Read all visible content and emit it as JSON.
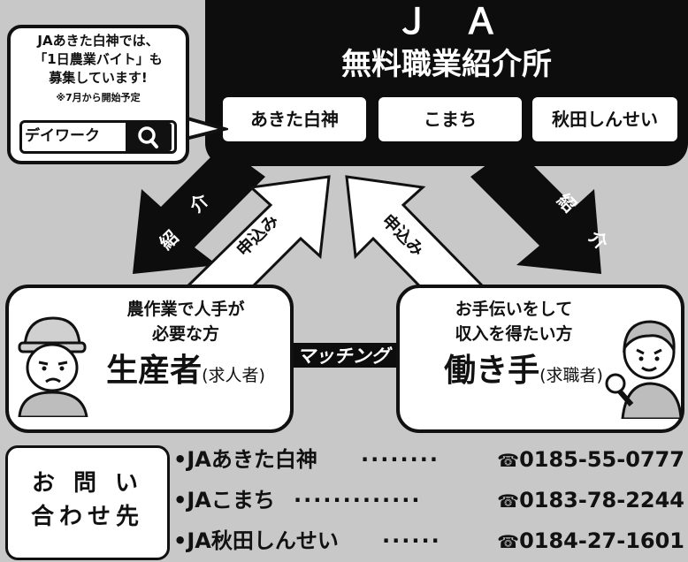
{
  "header": {
    "ja": "ＪＡ",
    "agency": "無料職業紹介所",
    "orgs": [
      "あきた白神",
      "こまち",
      "秋田しんせい"
    ]
  },
  "bubble": {
    "line1": "JAあきた白神では、",
    "line2": "「1日農業バイト」も",
    "line3": "募集しています!",
    "note": "※7月から開始予定",
    "search_label": "デイワーク",
    "search_icon": "search-icon"
  },
  "arrows": {
    "introduce_left": [
      "紹",
      "介"
    ],
    "apply_left": "申込み",
    "apply_right": "申込み",
    "introduce_right": [
      "紹",
      "介"
    ]
  },
  "employer": {
    "desc1": "農作業で人手が",
    "desc2": "必要な方",
    "role": "生産者",
    "role_sub": "(求人者)"
  },
  "worker": {
    "desc1": "お手伝いをして",
    "desc2": "収入を得たい方",
    "role": "働き手",
    "role_sub": "(求職者)"
  },
  "matching": "マッチング",
  "contact": {
    "title_line1": "お 問 い",
    "title_line2": "合わせ先",
    "phone_icon": "phone-icon",
    "rows": [
      {
        "name": "•JAあきた白神",
        "dots": "········",
        "phone": "0185-55-0777"
      },
      {
        "name": "•JAこまち",
        "dots": "·············",
        "phone": "0183-78-2244"
      },
      {
        "name": "•JA秋田しんせい",
        "dots": "······",
        "phone": "0184-27-1601"
      }
    ]
  },
  "colors": {
    "background": "#c8c8c8",
    "dark": "#0d0d0d",
    "panel": "#ffffff"
  }
}
